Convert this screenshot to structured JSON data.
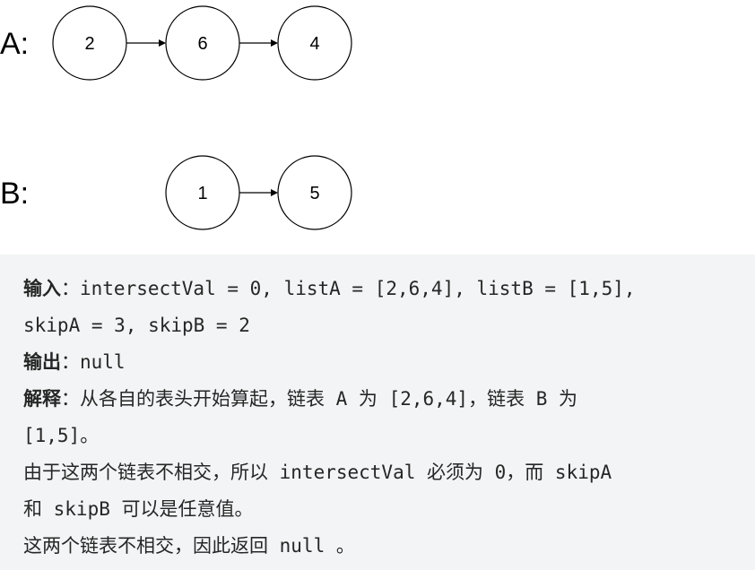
{
  "diagram": {
    "rows": [
      {
        "label": "A:",
        "nodes": [
          "2",
          "6",
          "4"
        ]
      },
      {
        "label": "B:",
        "nodes": [
          "1",
          "5"
        ]
      }
    ]
  },
  "explanation": {
    "input_label": "输入",
    "colon": "：",
    "input_line1": "intersectVal = 0, listA = [2,6,4], listB = [1,5],",
    "input_line2": "skipA = 3, skipB = 2",
    "output_label": "输出",
    "output_value": "null",
    "explain_label": "解释",
    "explain_line1": "从各自的表头开始算起，链表 A 为 [2,6,4]，链表 B 为",
    "explain_line2": "[1,5]。",
    "explain_line3": "由于这两个链表不相交，所以 intersectVal 必须为 0，而 skipA",
    "explain_line4": "和 skipB 可以是任意值。",
    "explain_line5": "这两个链表不相交，因此返回 null 。"
  }
}
